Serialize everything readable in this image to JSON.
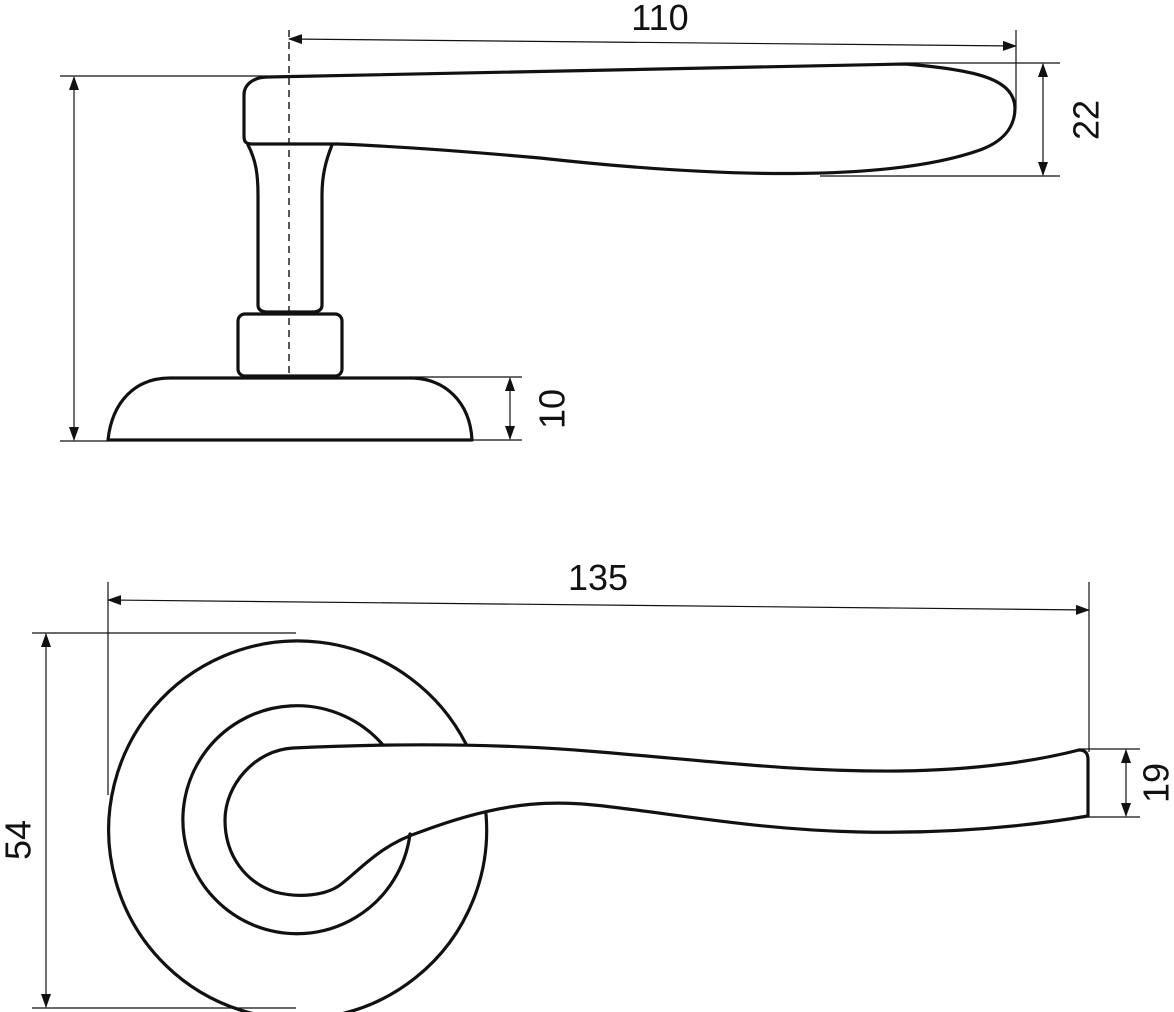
{
  "dimensions": {
    "side_length": "110",
    "side_lever_height": "22",
    "side_rose_height": "10",
    "front_length": "135",
    "front_height": "54",
    "front_tip_height": "19"
  },
  "colors": {
    "line": "#111111",
    "background": "#ffffff"
  }
}
